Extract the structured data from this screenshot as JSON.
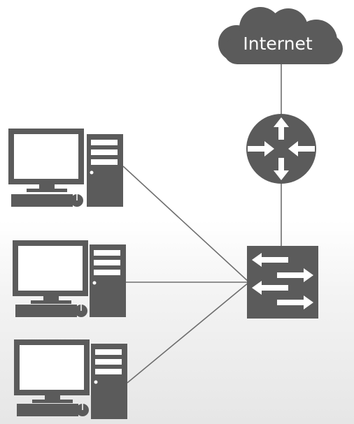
{
  "diagram": {
    "cloud": {
      "label": "Internet",
      "icon": "cloud-icon"
    },
    "router": {
      "icon": "router-icon"
    },
    "switch": {
      "icon": "switch-icon"
    },
    "computers": [
      {
        "icon": "desktop-computer-icon"
      },
      {
        "icon": "desktop-computer-icon"
      },
      {
        "icon": "desktop-computer-icon"
      }
    ],
    "links": [
      {
        "from": "cloud",
        "to": "router"
      },
      {
        "from": "router",
        "to": "switch"
      },
      {
        "from": "computer-1",
        "to": "switch"
      },
      {
        "from": "computer-2",
        "to": "switch"
      },
      {
        "from": "computer-3",
        "to": "switch"
      }
    ],
    "colors": {
      "device": "#5b5b5b",
      "screen": "#ffffff",
      "link": "#6e6e6e",
      "label": "#ffffff"
    }
  }
}
